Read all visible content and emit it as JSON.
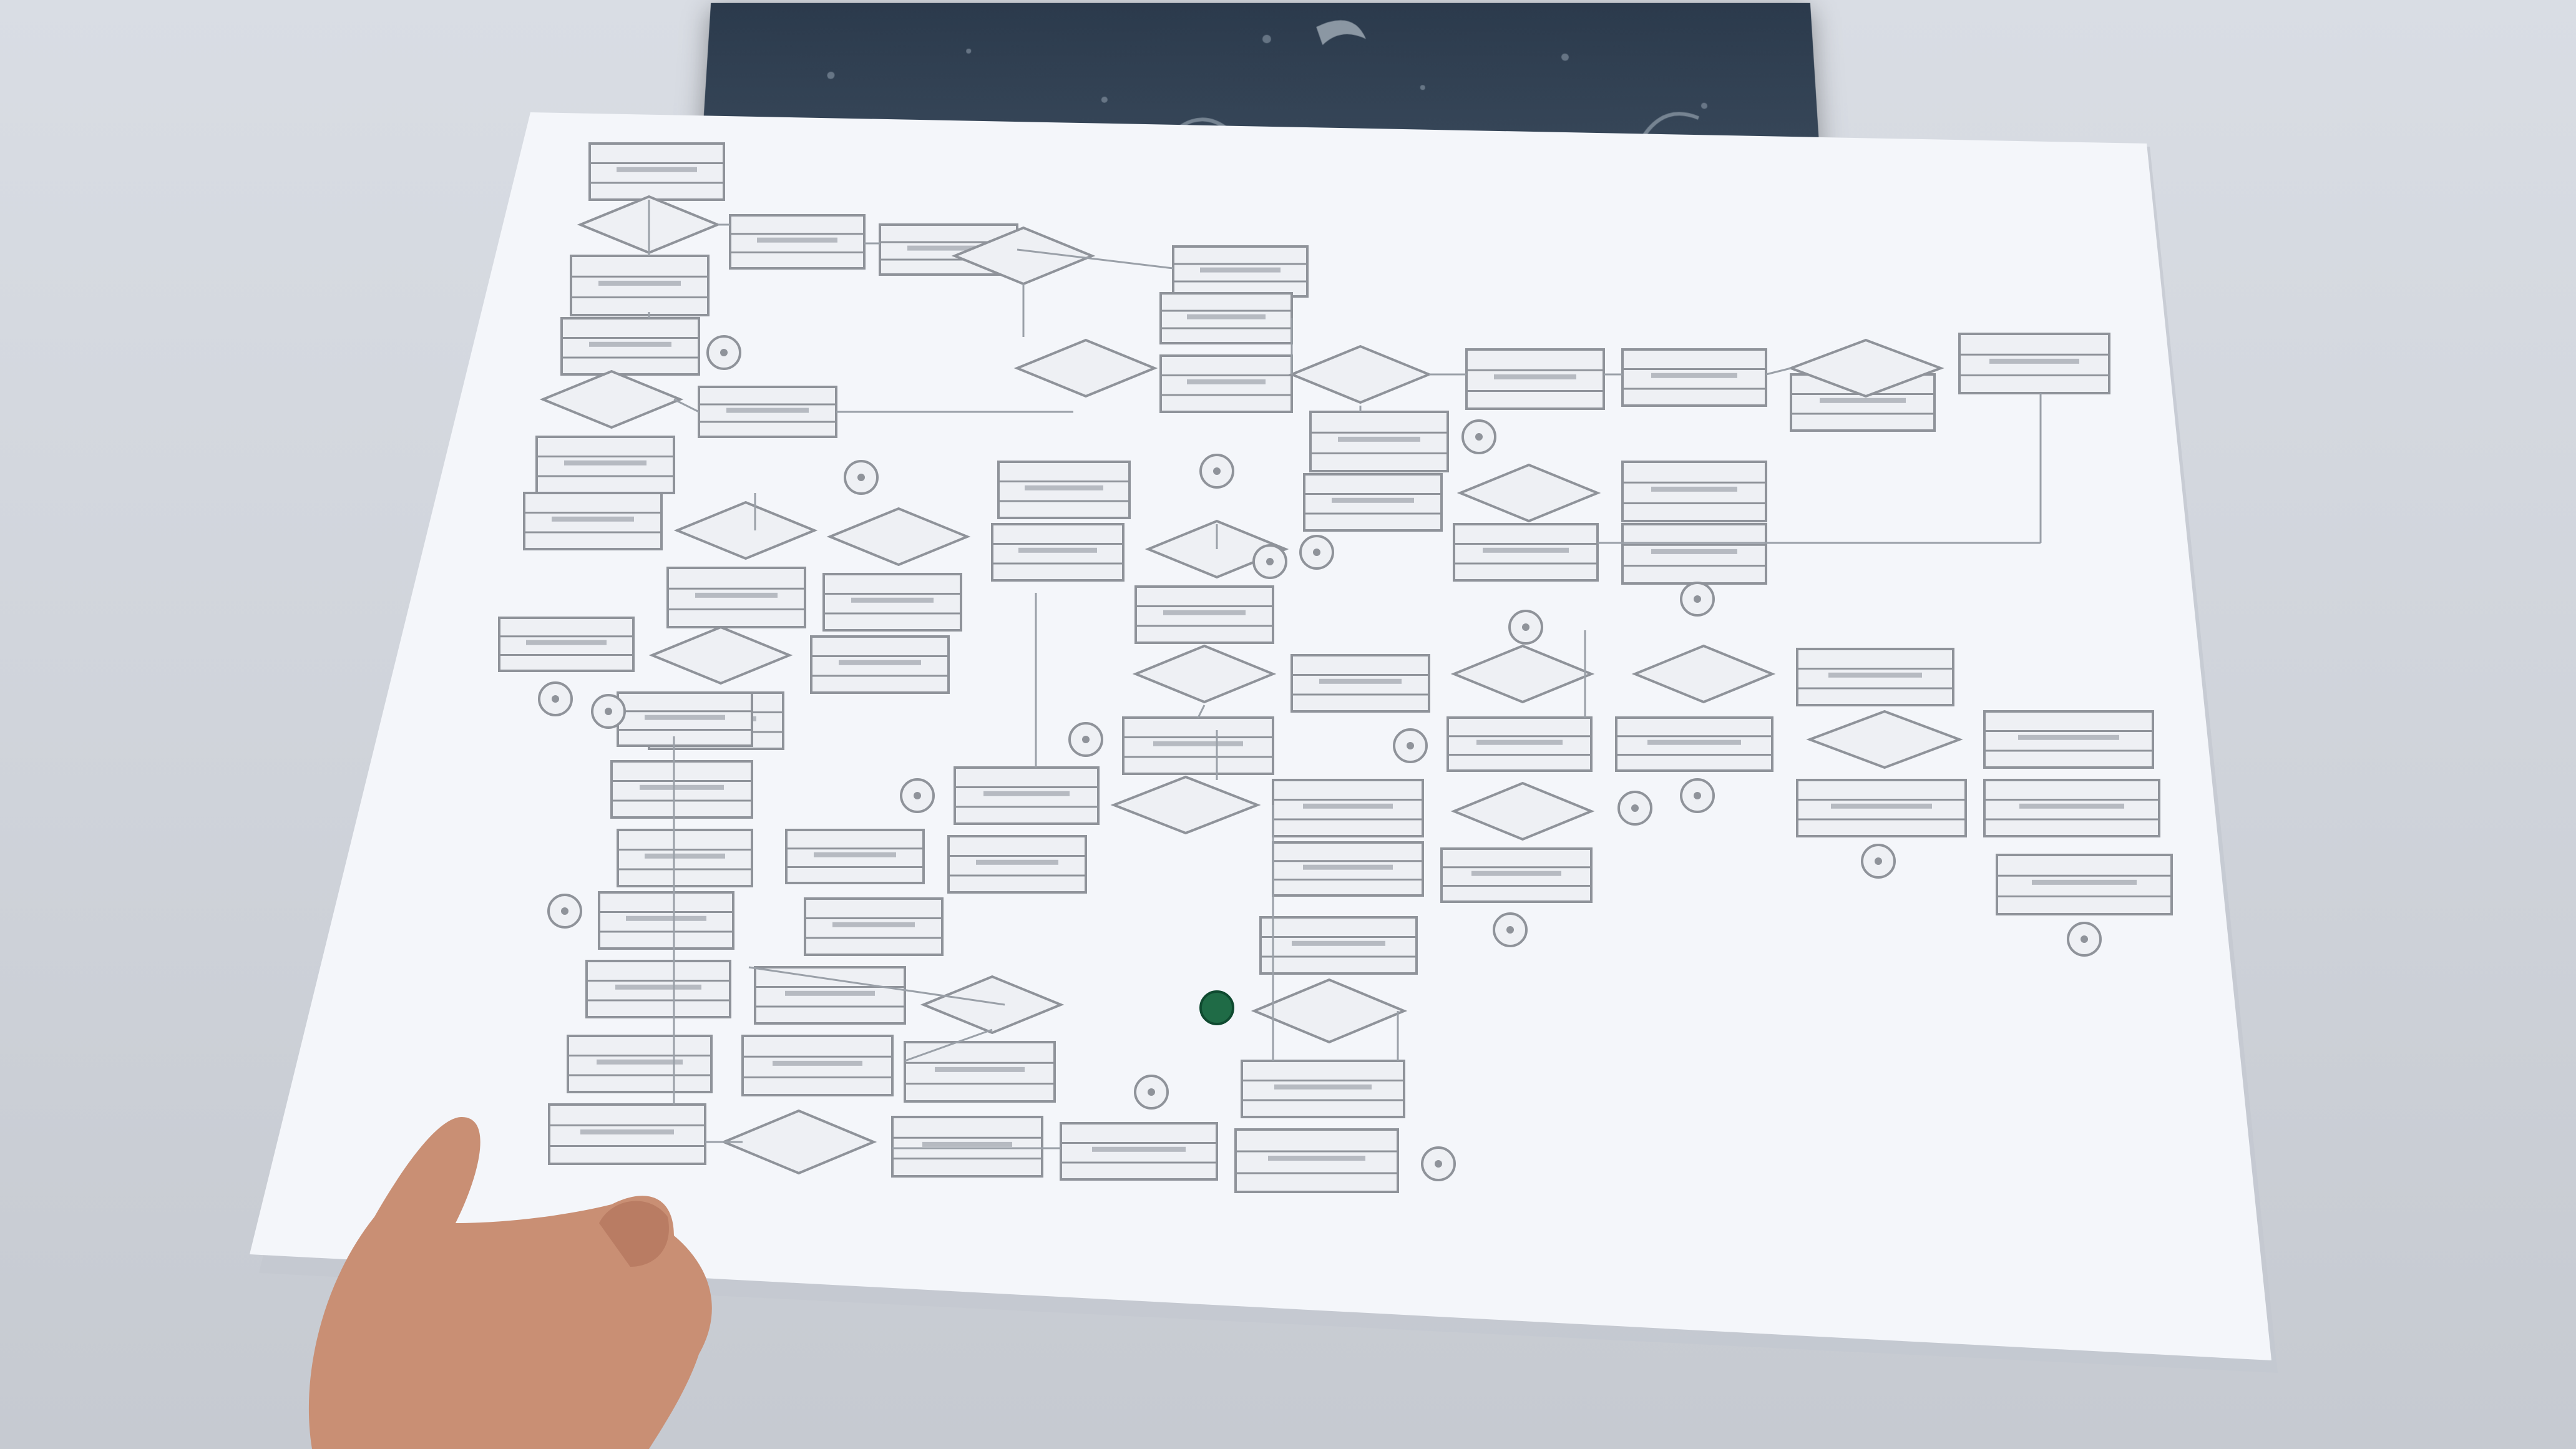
{
  "scene": {
    "description_items": {
      "paper": "printed-flowchart-sheet",
      "backdrop": "dark-decorated-board",
      "hand": "hand-holding-sheet"
    }
  },
  "colors": {
    "paper": "#f4f6fa",
    "paper_shadow": "#dfe3ea",
    "box_stroke": "#8f939a",
    "box_fill": "#eef0f4",
    "connector": "#9aa0a8",
    "start_marker": "#1f6b46",
    "skin": "#c98f74",
    "board": "#2b3a4c"
  },
  "icons": {
    "start_marker": "start-node-icon",
    "end_marker": "end-node-icon"
  }
}
